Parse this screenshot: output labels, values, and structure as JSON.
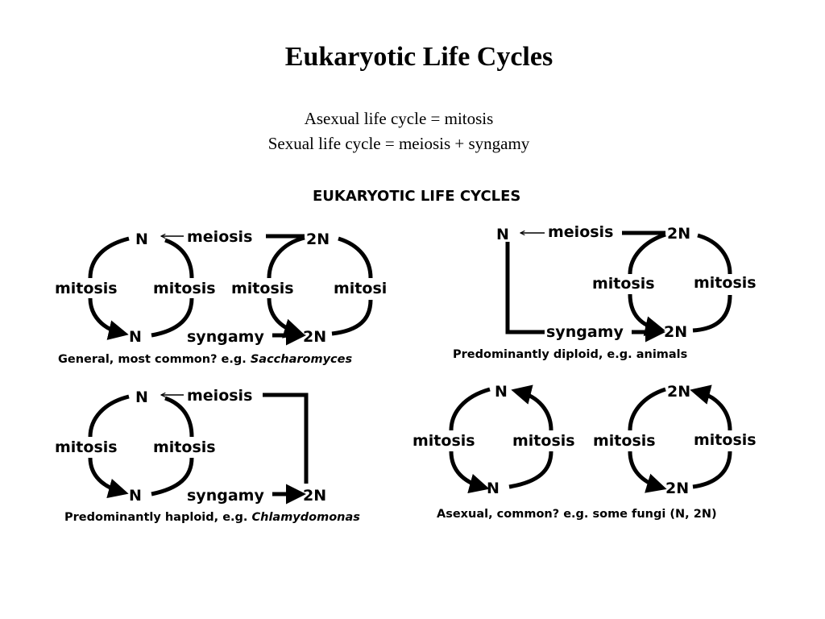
{
  "slide": {
    "title": "Eukaryotic Life Cycles",
    "subtitle_asexual": "Asexual life cycle = mitosis",
    "subtitle_sexual": "Sexual life cycle = meiosis + syngamy"
  },
  "figure": {
    "heading": "EUKARYOTIC LIFE CYCLES",
    "labels": {
      "haploid": "N",
      "diploid": "2N",
      "meiosis": "meiosis",
      "syngamy": "syngamy",
      "mitosis": "mitosis",
      "mitosis_cut": "mitosi"
    },
    "captions": {
      "general_prefix": "General, most common? e.g.",
      "general_genus": "Saccharomyces",
      "diploid": "Predominantly diploid, e.g. animals",
      "haploid_prefix": "Predominantly haploid, e.g.",
      "haploid_genus": "Chlamydomonas",
      "asexual": "Asexual, common? e.g. some fungi (N, 2N)"
    }
  }
}
